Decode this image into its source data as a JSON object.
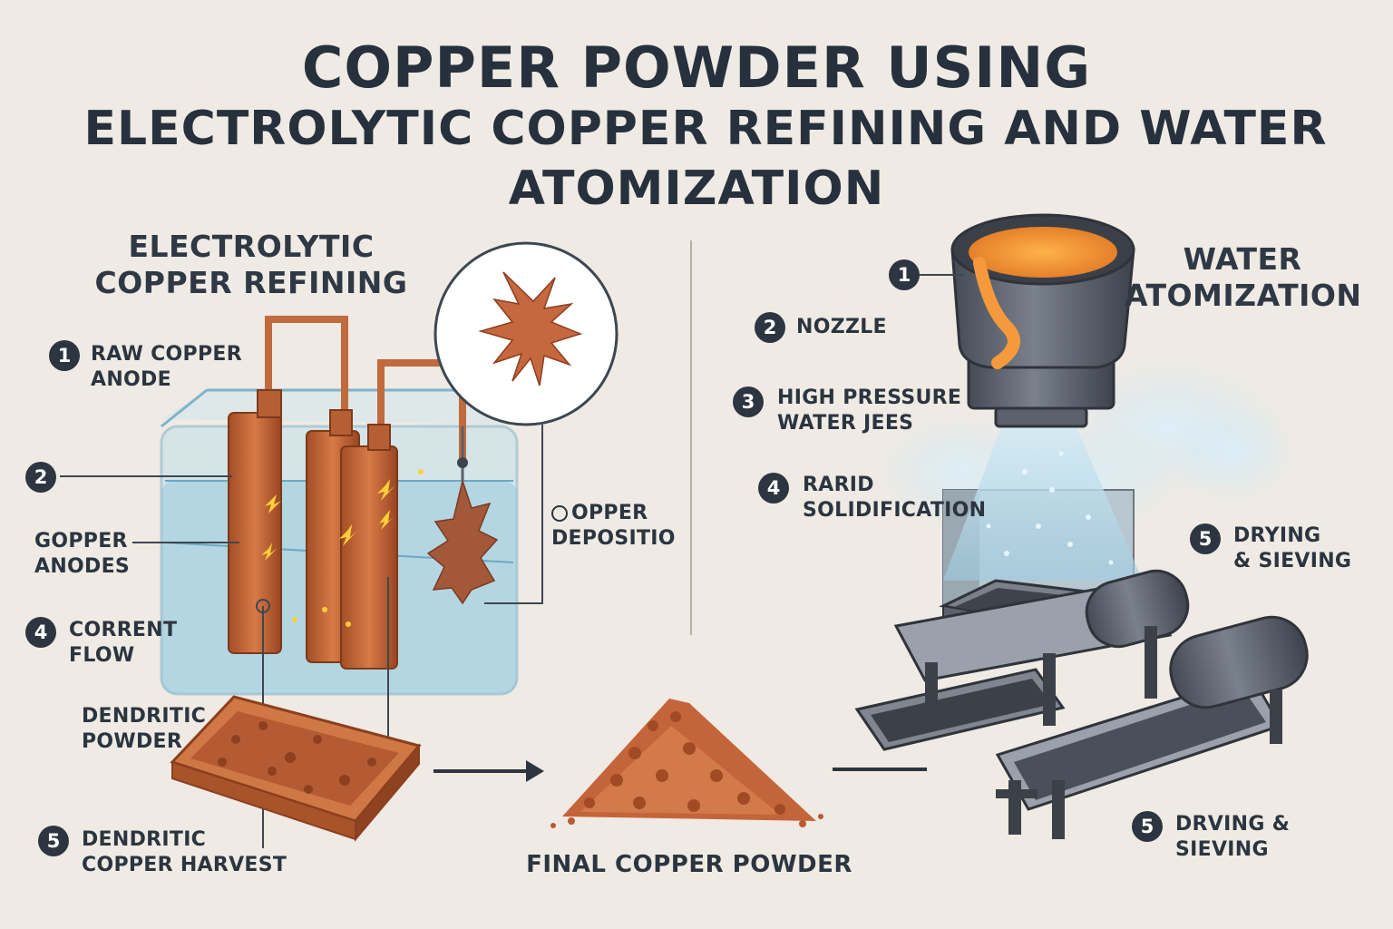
{
  "title": {
    "line1": "COPPER POWDER USING",
    "line2": "ELECTROLYTIC COPPER REFINING AND WATER",
    "line3": "ATOMIZATION"
  },
  "left_section": {
    "title_line1": "ELECTROLYTIC",
    "title_line2": "COPPER REFINING",
    "labels": [
      {
        "num": "1",
        "line1": "RAW COPPER",
        "line2": "ANODE"
      },
      {
        "num": "2",
        "line1": "",
        "line2": ""
      },
      {
        "num": "",
        "line1": "GOPPER",
        "line2": "ANODES"
      },
      {
        "num": "",
        "line1": "OPPER",
        "line2": "DEPOSITIO"
      },
      {
        "num": "4",
        "line1": "CORRENT",
        "line2": "FLOW"
      },
      {
        "num": "",
        "line1": "DENDRITIC",
        "line2": "POWDER"
      },
      {
        "num": "5",
        "line1": "DENDRITIC",
        "line2": "COPPER HARVEST"
      }
    ]
  },
  "right_section": {
    "title_line1": "WATER",
    "title_line2": "ATOMIZATION",
    "labels": [
      {
        "num": "1",
        "line1": "",
        "line2": ""
      },
      {
        "num": "2",
        "line1": "NOZZLE",
        "line2": ""
      },
      {
        "num": "3",
        "line1": "HIGH PRESSURE",
        "line2": "WATER JEES"
      },
      {
        "num": "4",
        "line1": "RARID",
        "line2": "SOLIDIFICATION"
      },
      {
        "num": "5",
        "line1": "DRYING",
        "line2": "& SIEVING"
      },
      {
        "num": "5",
        "line1": "DRVING &",
        "line2": "SIEVING"
      }
    ]
  },
  "center": {
    "final_label": "FINAL COPPER POWDER"
  },
  "colors": {
    "background": "#efeae3",
    "text": "#26313d",
    "copper": "#c86a3c",
    "water": "#a9d3e6",
    "steel": "#5d6470",
    "molten": "#f29a3a"
  },
  "icons": [
    "lab-tank",
    "copper-electrode",
    "dendrite-crystal",
    "crucible",
    "water-spray",
    "conveyor-dryer",
    "powder-pile",
    "arrow-right"
  ]
}
